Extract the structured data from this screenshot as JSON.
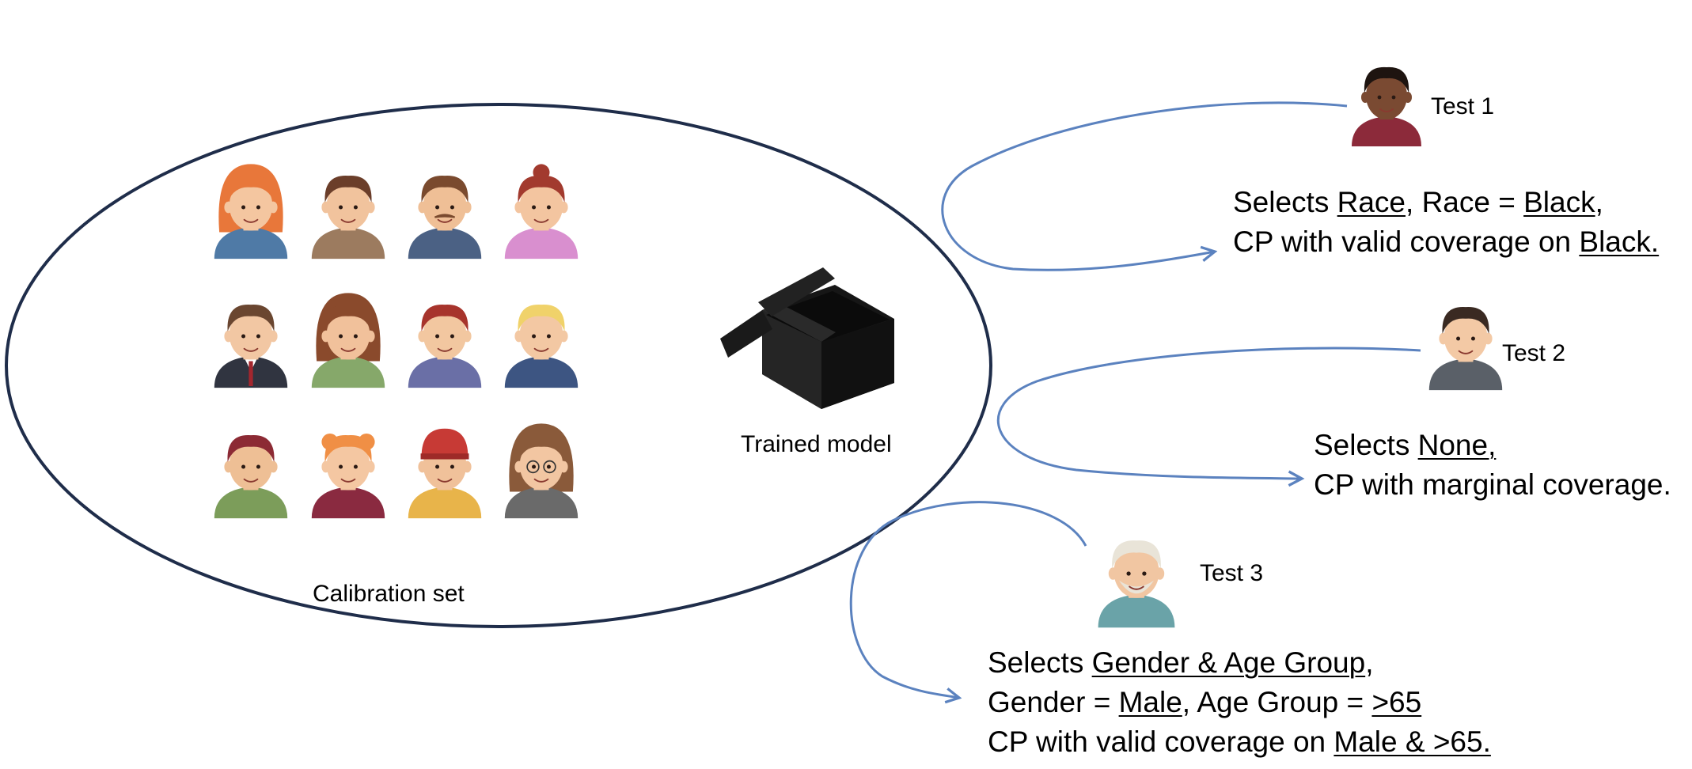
{
  "colors": {
    "ellipse_stroke": "#1f2d4a",
    "arrow": "#5b82bf",
    "box": "#1b1b1b"
  },
  "icons": {
    "black_box": "open-box-icon",
    "people": "person-avatar-icon"
  },
  "calibration": {
    "label": "Calibration set",
    "people": [
      {
        "hair": "#e8773a",
        "skin": "#f4c6a0",
        "shirt": "#4f7aa6",
        "style": "long"
      },
      {
        "hair": "#6b3e2a",
        "skin": "#f1c39d",
        "shirt": "#9c7b5f",
        "style": "short"
      },
      {
        "hair": "#7a4a2e",
        "skin": "#efbf96",
        "shirt": "#4b6184",
        "style": "mustache"
      },
      {
        "hair": "#a23a2e",
        "skin": "#f3c5a0",
        "shirt": "#d98fcf",
        "style": "bun"
      },
      {
        "hair": "#6a4630",
        "skin": "#f2c7a3",
        "shirt": "#303440",
        "style": "suit"
      },
      {
        "hair": "#8a4a2c",
        "skin": "#f1c19b",
        "shirt": "#86a86a",
        "style": "long"
      },
      {
        "hair": "#a7342c",
        "skin": "#f2c7a0",
        "shirt": "#6a6fa6",
        "style": "short"
      },
      {
        "hair": "#f0d26a",
        "skin": "#f3c8a3",
        "shirt": "#3d5582",
        "style": "short"
      },
      {
        "hair": "#8c2a34",
        "skin": "#eebf95",
        "shirt": "#7c9d5a",
        "style": "short"
      },
      {
        "hair": "#f08f45",
        "skin": "#f4c7a2",
        "shirt": "#8a2a40",
        "style": "buns"
      },
      {
        "hair": "#c73a35",
        "skin": "#f0c19a",
        "shirt": "#e8b44a",
        "style": "cap"
      },
      {
        "hair": "#8a5a3a",
        "skin": "#f2c6a2",
        "shirt": "#6a6a6a",
        "style": "glasses"
      }
    ]
  },
  "model": {
    "label": "Trained model"
  },
  "tests": [
    {
      "label": "Test 1",
      "avatar": {
        "hair": "#1e1410",
        "skin": "#7a4a32",
        "shirt": "#8c2a3a"
      },
      "lines": [
        [
          {
            "t": "Selects "
          },
          {
            "t": "Race",
            "u": true
          },
          {
            "t": ",  Race = "
          },
          {
            "t": "Black",
            "u": true
          },
          {
            "t": ","
          }
        ],
        [
          {
            "t": "CP with valid coverage on "
          },
          {
            "t": "Black.",
            "u": true
          }
        ]
      ]
    },
    {
      "label": "Test 2",
      "avatar": {
        "hair": "#3a2a22",
        "skin": "#f3c9a5",
        "shirt": "#5a6068"
      },
      "lines": [
        [
          {
            "t": "Selects "
          },
          {
            "t": "None,",
            "u": true
          }
        ],
        [
          {
            "t": "CP with marginal coverage."
          }
        ]
      ]
    },
    {
      "label": "Test 3",
      "avatar": {
        "hair": "#e9e4d8",
        "skin": "#f1c6a2",
        "shirt": "#6aa3a8"
      },
      "lines": [
        [
          {
            "t": "Selects "
          },
          {
            "t": "Gender & Age Group",
            "u": true
          },
          {
            "t": ","
          }
        ],
        [
          {
            "t": "Gender = "
          },
          {
            "t": "Male",
            "u": true
          },
          {
            "t": ", Age Group = "
          },
          {
            "t": ">65",
            "u": true
          }
        ],
        [
          {
            "t": "CP with valid coverage on "
          },
          {
            "t": "Male & >65.",
            "u": true
          }
        ]
      ]
    }
  ]
}
